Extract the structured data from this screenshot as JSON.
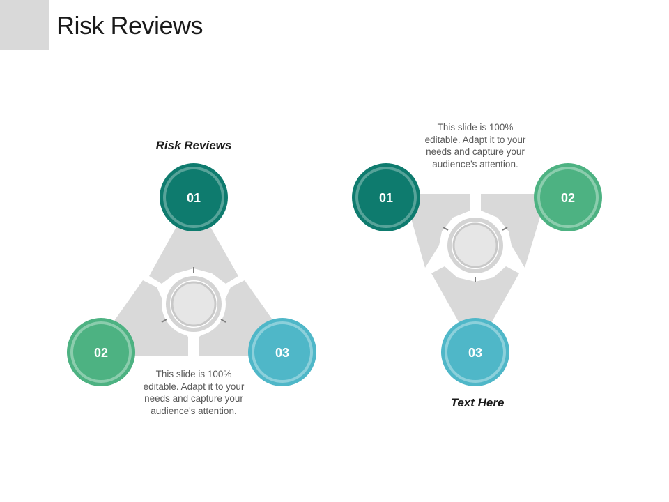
{
  "slide": {
    "title": "Risk Reviews"
  },
  "left_diagram": {
    "heading": "Risk Reviews",
    "description": "This slide is 100% editable. Adapt it to your needs and capture your audience's attention.",
    "nodes": [
      {
        "label": "01",
        "color": "#0e7b6e"
      },
      {
        "label": "02",
        "color": "#4db282"
      },
      {
        "label": "03",
        "color": "#4fb7c8"
      }
    ]
  },
  "right_diagram": {
    "heading": "Text Here",
    "description": "This slide is 100% editable. Adapt it to your needs and capture your audience's attention.",
    "nodes": [
      {
        "label": "01",
        "color": "#0e7b6e"
      },
      {
        "label": "02",
        "color": "#4db282"
      },
      {
        "label": "03",
        "color": "#4fb7c8"
      }
    ]
  },
  "colors": {
    "segment": "#d9d9d9",
    "hub": "#bfbfbf",
    "accent_block": "#d9d9d9"
  }
}
